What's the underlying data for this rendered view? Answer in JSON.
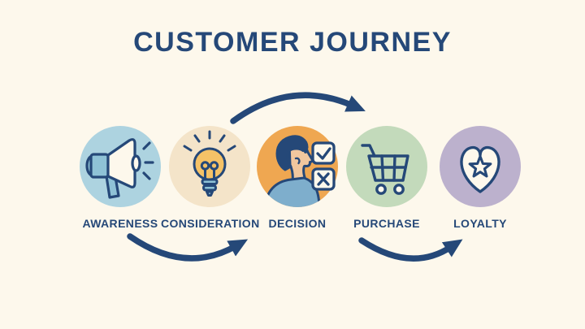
{
  "title": "CUSTOMER JOURNEY",
  "colors": {
    "background": "#FDF8EC",
    "navy": "#254878",
    "arrow": "#254878"
  },
  "stages": [
    {
      "label": "AWARENESS",
      "icon": "megaphone-icon",
      "circle_color": "#ADD3E0"
    },
    {
      "label": "CONSIDERATION",
      "icon": "lightbulb-icon",
      "circle_color": "#F4E4C9"
    },
    {
      "label": "DECISION",
      "icon": "person-checklist-icon",
      "circle_color": "#EFA751"
    },
    {
      "label": "PURCHASE",
      "icon": "shopping-cart-icon",
      "circle_color": "#C3DABB"
    },
    {
      "label": "LOYALTY",
      "icon": "heart-star-icon",
      "circle_color": "#BCB1CD"
    }
  ]
}
